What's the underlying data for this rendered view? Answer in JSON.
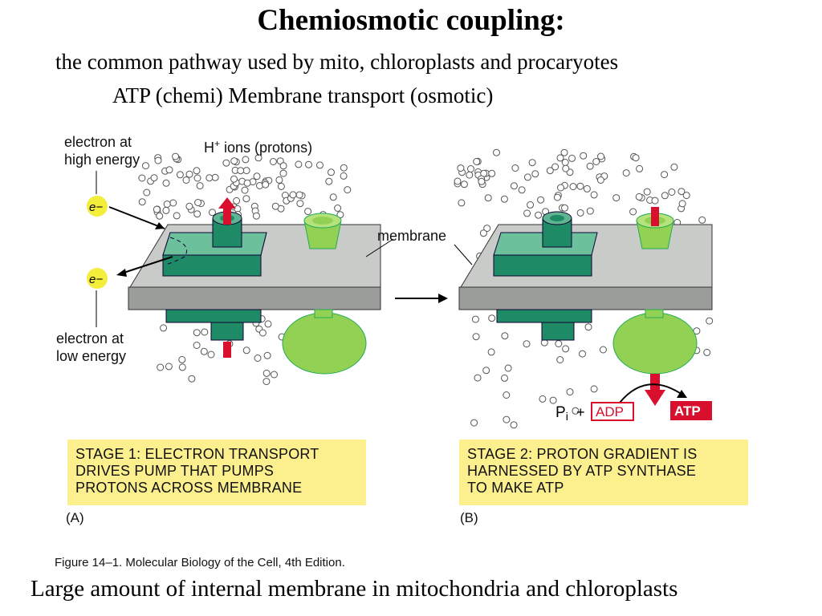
{
  "title": "Chemiosmotic coupling:",
  "subtitle": "the common pathway used by mito, chloroplasts and procaryotes",
  "subtitle2": "ATP (chemi) Membrane transport (osmotic)",
  "footer": "Large amount of internal membrane in mitochondria and chloroplasts",
  "figure": {
    "caption": "Figure 14–1. Molecular Biology of the Cell, 4th Edition.",
    "labels": {
      "electron_high_line1": "electron at",
      "electron_high_line2": "high energy",
      "electron_low_line1": "electron at",
      "electron_low_line2": "low energy",
      "h_ions_base": "H",
      "h_ions_sup": "+",
      "h_ions_rest": " ions (protons)",
      "membrane": "membrane",
      "electron_symbol": "e−",
      "pi": "P",
      "pi_sub": "i",
      "plus": "+",
      "adp": "ADP",
      "atp": "ATP"
    },
    "stage1": {
      "line1": "STAGE 1: ELECTRON TRANSPORT",
      "line2": "DRIVES PUMP THAT PUMPS",
      "line3": "PROTONS ACROSS MEMBRANE",
      "panel": "(A)"
    },
    "stage2": {
      "line1": "STAGE 2: PROTON GRADIENT IS",
      "line2": "HARNESSED BY ATP SYNTHASE",
      "line3": "TO MAKE ATP",
      "panel": "(B)"
    },
    "colors": {
      "membrane_top": "#c8cbc8",
      "membrane_side": "#9a9d9a",
      "pump": "#1f8a66",
      "pump_light": "#5fb592",
      "synthase": "#93d154",
      "arrow_red": "#d8102e",
      "electron_yellow": "#f3ee3c",
      "stage_box": "#fcef8e"
    }
  }
}
